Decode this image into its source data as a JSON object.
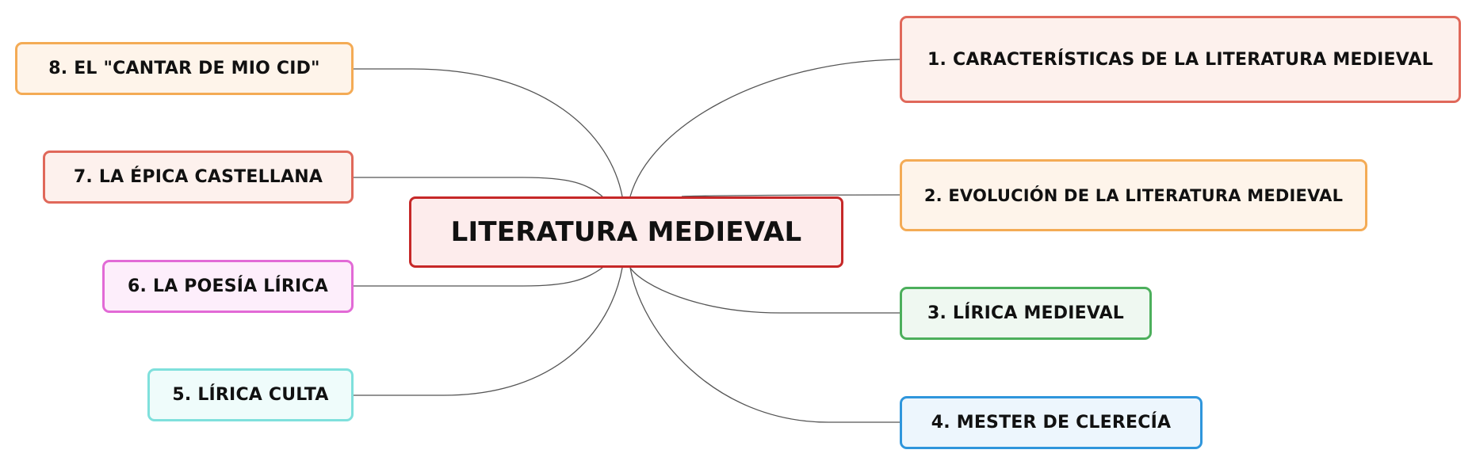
{
  "central": {
    "label": "LITERATURA MEDIEVAL"
  },
  "branches": [
    {
      "label": "1. CARACTERÍSTICAS DE LA LITERATURA MEDIEVAL",
      "color": "#e0685a"
    },
    {
      "label": "2. EVOLUCIÓN DE LA LITERATURA MEDIEVAL",
      "color": "#f4ab55"
    },
    {
      "label": "3. LÍRICA MEDIEVAL",
      "color": "#4caf5c"
    },
    {
      "label": "4. MESTER DE CLERECÍA",
      "color": "#2f96dc"
    },
    {
      "label": "5. LÍRICA CULTA",
      "color": "#7fe0dc"
    },
    {
      "label": "6. LA POESÍA LÍRICA",
      "color": "#e26ad6"
    },
    {
      "label": "7. LA ÉPICA CASTELLANA",
      "color": "#e0685a"
    },
    {
      "label": "8. EL \"CANTAR DE MIO CID\"",
      "color": "#f4ab55"
    }
  ],
  "connector_color": "#555555"
}
